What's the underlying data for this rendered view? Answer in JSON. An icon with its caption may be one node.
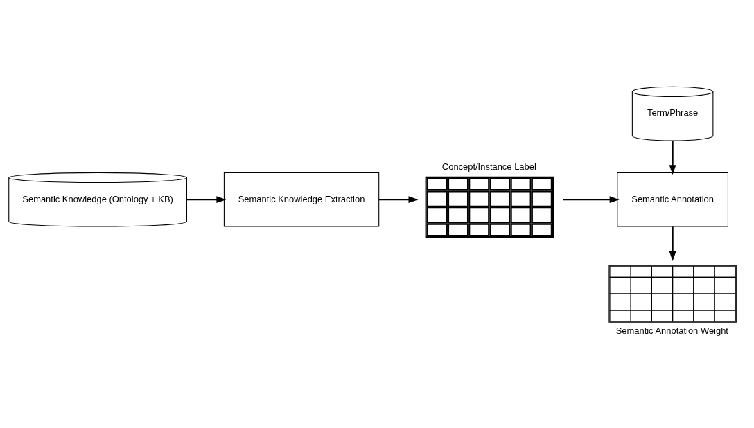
{
  "diagram": {
    "nodes": [
      {
        "text": [
          "Semantic Knowledge (Ontology + KB)"
        ]
      },
      {
        "text": [
          "Semantic Knowledge Extraction"
        ]
      },
      {
        "text": [
          "Concept/Instance Label"
        ]
      },
      {
        "text": [
          "Term/Phrase"
        ]
      },
      {
        "text": [
          "Semantic Annotation"
        ]
      },
      {
        "text": [
          "Semantic Annotation Weight"
        ]
      }
    ],
    "edges": [
      {
        "from": 0,
        "to": 1,
        "arrow": "to"
      },
      {
        "from": 1,
        "to": 2,
        "arrow": "to"
      },
      {
        "from": 2,
        "to": 4,
        "arrow": "to"
      },
      {
        "from": 3,
        "to": 4,
        "arrow": "to"
      },
      {
        "from": 4,
        "to": 5,
        "arrow": "to"
      }
    ]
  }
}
